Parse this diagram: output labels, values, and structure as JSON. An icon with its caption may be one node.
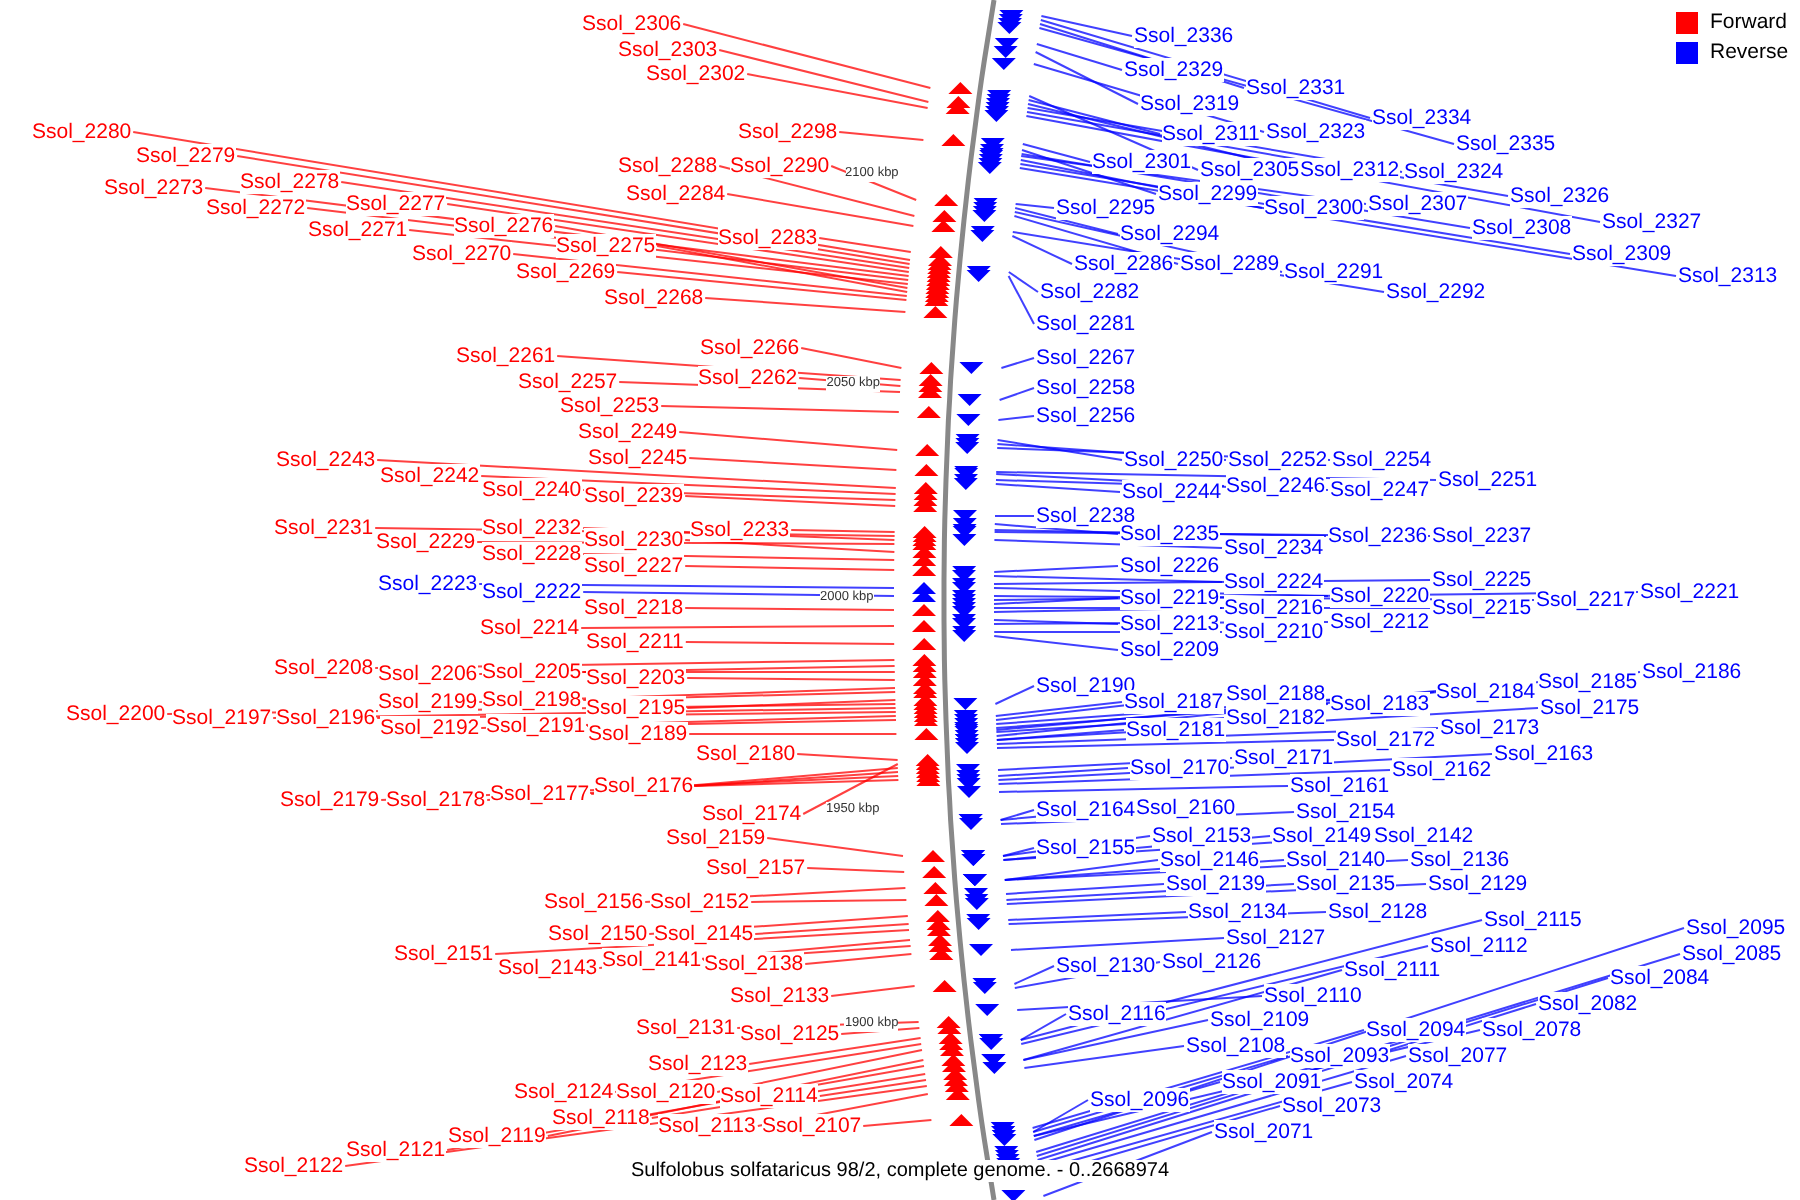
{
  "diagram": {
    "caption": "Sulfolobus solfataricus 98/2, complete genome. - 0..2668974",
    "nodes": [
      {
        "text": [
          "Ssol_2306"
        ]
      },
      {
        "text": [
          "Ssol_2303"
        ]
      },
      {
        "text": [
          "Ssol_2302"
        ]
      },
      {
        "text": [
          "Ssol_2298"
        ]
      },
      {
        "text": [
          "Ssol_2280"
        ]
      },
      {
        "text": [
          "Ssol_2279"
        ]
      },
      {
        "text": [
          "Ssol_2288"
        ]
      },
      {
        "text": [
          "Ssol_2290"
        ]
      },
      {
        "text": [
          "Ssol_2278"
        ]
      },
      {
        "text": [
          "Ssol_2273"
        ]
      },
      {
        "text": [
          "Ssol_2284"
        ]
      },
      {
        "text": [
          "Ssol_2272"
        ]
      },
      {
        "text": [
          "Ssol_2277"
        ]
      },
      {
        "text": [
          "Ssol_2271"
        ]
      },
      {
        "text": [
          "Ssol_2276"
        ]
      },
      {
        "text": [
          "Ssol_2283"
        ]
      },
      {
        "text": [
          "Ssol_2275"
        ]
      },
      {
        "text": [
          "Ssol_2270"
        ]
      },
      {
        "text": [
          "Ssol_2269"
        ]
      },
      {
        "text": [
          "Ssol_2268"
        ]
      },
      {
        "text": [
          "Ssol_2266"
        ]
      },
      {
        "text": [
          "Ssol_2261"
        ]
      },
      {
        "text": [
          "Ssol_2262"
        ]
      },
      {
        "text": [
          "Ssol_2257"
        ]
      },
      {
        "text": [
          "Ssol_2253"
        ]
      },
      {
        "text": [
          "Ssol_2249"
        ]
      },
      {
        "text": [
          "Ssol_2245"
        ]
      },
      {
        "text": [
          "Ssol_2243"
        ]
      },
      {
        "text": [
          "Ssol_2242"
        ]
      },
      {
        "text": [
          "Ssol_2240"
        ]
      },
      {
        "text": [
          "Ssol_2239"
        ]
      },
      {
        "text": [
          "Ssol_2231"
        ]
      },
      {
        "text": [
          "Ssol_2232"
        ]
      },
      {
        "text": [
          "Ssol_2233"
        ]
      },
      {
        "text": [
          "Ssol_2229"
        ]
      },
      {
        "text": [
          "Ssol_2230"
        ]
      },
      {
        "text": [
          "Ssol_2228"
        ]
      },
      {
        "text": [
          "Ssol_2227"
        ]
      },
      {
        "text": [
          "Ssol_2223"
        ]
      },
      {
        "text": [
          "Ssol_2222"
        ]
      },
      {
        "text": [
          "Ssol_2218"
        ]
      },
      {
        "text": [
          "Ssol_2214"
        ]
      },
      {
        "text": [
          "Ssol_2211"
        ]
      },
      {
        "text": [
          "Ssol_2208"
        ]
      },
      {
        "text": [
          "Ssol_2206"
        ]
      },
      {
        "text": [
          "Ssol_2205"
        ]
      },
      {
        "text": [
          "Ssol_2203"
        ]
      },
      {
        "text": [
          "Ssol_2199"
        ]
      },
      {
        "text": [
          "Ssol_2198"
        ]
      },
      {
        "text": [
          "Ssol_2195"
        ]
      },
      {
        "text": [
          "Ssol_2200"
        ]
      },
      {
        "text": [
          "Ssol_2197"
        ]
      },
      {
        "text": [
          "Ssol_2196"
        ]
      },
      {
        "text": [
          "Ssol_2192"
        ]
      },
      {
        "text": [
          "Ssol_2191"
        ]
      },
      {
        "text": [
          "Ssol_2189"
        ]
      },
      {
        "text": [
          "Ssol_2180"
        ]
      },
      {
        "text": [
          "Ssol_2179"
        ]
      },
      {
        "text": [
          "Ssol_2178"
        ]
      },
      {
        "text": [
          "Ssol_2177"
        ]
      },
      {
        "text": [
          "Ssol_2176"
        ]
      },
      {
        "text": [
          "Ssol_2174"
        ]
      },
      {
        "text": [
          "Ssol_2159"
        ]
      },
      {
        "text": [
          "Ssol_2157"
        ]
      },
      {
        "text": [
          "Ssol_2156"
        ]
      },
      {
        "text": [
          "Ssol_2152"
        ]
      },
      {
        "text": [
          "Ssol_2150"
        ]
      },
      {
        "text": [
          "Ssol_2145"
        ]
      },
      {
        "text": [
          "Ssol_2151"
        ]
      },
      {
        "text": [
          "Ssol_2143"
        ]
      },
      {
        "text": [
          "Ssol_2141"
        ]
      },
      {
        "text": [
          "Ssol_2138"
        ]
      },
      {
        "text": [
          "Ssol_2133"
        ]
      },
      {
        "text": [
          "Ssol_2131"
        ]
      },
      {
        "text": [
          "Ssol_2125"
        ]
      },
      {
        "text": [
          "Ssol_2123"
        ]
      },
      {
        "text": [
          "Ssol_2124"
        ]
      },
      {
        "text": [
          "Ssol_2120"
        ]
      },
      {
        "text": [
          "Ssol_2114"
        ]
      },
      {
        "text": [
          "Ssol_2118"
        ]
      },
      {
        "text": [
          "Ssol_2113"
        ]
      },
      {
        "text": [
          "Ssol_2107"
        ]
      },
      {
        "text": [
          "Ssol_2119"
        ]
      },
      {
        "text": [
          "Ssol_2121"
        ]
      },
      {
        "text": [
          "Ssol_2122"
        ]
      },
      {
        "text": [
          "Ssol_2336"
        ]
      },
      {
        "text": [
          "Ssol_2329"
        ]
      },
      {
        "text": [
          "Ssol_2331"
        ]
      },
      {
        "text": [
          "Ssol_2319"
        ]
      },
      {
        "text": [
          "Ssol_2334"
        ]
      },
      {
        "text": [
          "Ssol_2311"
        ]
      },
      {
        "text": [
          "Ssol_2323"
        ]
      },
      {
        "text": [
          "Ssol_2335"
        ]
      },
      {
        "text": [
          "Ssol_2301"
        ]
      },
      {
        "text": [
          "Ssol_2305"
        ]
      },
      {
        "text": [
          "Ssol_2312"
        ]
      },
      {
        "text": [
          "Ssol_2324"
        ]
      },
      {
        "text": [
          "Ssol_2326"
        ]
      },
      {
        "text": [
          "Ssol_2299"
        ]
      },
      {
        "text": [
          "Ssol_2300"
        ]
      },
      {
        "text": [
          "Ssol_2307"
        ]
      },
      {
        "text": [
          "Ssol_2295"
        ]
      },
      {
        "text": [
          "Ssol_2327"
        ]
      },
      {
        "text": [
          "Ssol_2308"
        ]
      },
      {
        "text": [
          "Ssol_2294"
        ]
      },
      {
        "text": [
          "Ssol_2309"
        ]
      },
      {
        "text": [
          "Ssol_2286"
        ]
      },
      {
        "text": [
          "Ssol_2289"
        ]
      },
      {
        "text": [
          "Ssol_2291"
        ]
      },
      {
        "text": [
          "Ssol_2313"
        ]
      },
      {
        "text": [
          "Ssol_2292"
        ]
      },
      {
        "text": [
          "Ssol_2282"
        ]
      },
      {
        "text": [
          "Ssol_2281"
        ]
      },
      {
        "text": [
          "Ssol_2267"
        ]
      },
      {
        "text": [
          "Ssol_2258"
        ]
      },
      {
        "text": [
          "Ssol_2256"
        ]
      },
      {
        "text": [
          "Ssol_2250"
        ]
      },
      {
        "text": [
          "Ssol_2252"
        ]
      },
      {
        "text": [
          "Ssol_2254"
        ]
      },
      {
        "text": [
          "Ssol_2244"
        ]
      },
      {
        "text": [
          "Ssol_2246"
        ]
      },
      {
        "text": [
          "Ssol_2247"
        ]
      },
      {
        "text": [
          "Ssol_2251"
        ]
      },
      {
        "text": [
          "Ssol_2238"
        ]
      },
      {
        "text": [
          "Ssol_2235"
        ]
      },
      {
        "text": [
          "Ssol_2236"
        ]
      },
      {
        "text": [
          "Ssol_2237"
        ]
      },
      {
        "text": [
          "Ssol_2234"
        ]
      },
      {
        "text": [
          "Ssol_2226"
        ]
      },
      {
        "text": [
          "Ssol_2224"
        ]
      },
      {
        "text": [
          "Ssol_2225"
        ]
      },
      {
        "text": [
          "Ssol_2220"
        ]
      },
      {
        "text": [
          "Ssol_2217"
        ]
      },
      {
        "text": [
          "Ssol_2221"
        ]
      },
      {
        "text": [
          "Ssol_2219"
        ]
      },
      {
        "text": [
          "Ssol_2216"
        ]
      },
      {
        "text": [
          "Ssol_2215"
        ]
      },
      {
        "text": [
          "Ssol_2213"
        ]
      },
      {
        "text": [
          "Ssol_2212"
        ]
      },
      {
        "text": [
          "Ssol_2210"
        ]
      },
      {
        "text": [
          "Ssol_2209"
        ]
      },
      {
        "text": [
          "Ssol_2190"
        ]
      },
      {
        "text": [
          "Ssol_2186"
        ]
      },
      {
        "text": [
          "Ssol_2188"
        ]
      },
      {
        "text": [
          "Ssol_2185"
        ]
      },
      {
        "text": [
          "Ssol_2184"
        ]
      },
      {
        "text": [
          "Ssol_2187"
        ]
      },
      {
        "text": [
          "Ssol_2183"
        ]
      },
      {
        "text": [
          "Ssol_2175"
        ]
      },
      {
        "text": [
          "Ssol_2182"
        ]
      },
      {
        "text": [
          "Ssol_2181"
        ]
      },
      {
        "text": [
          "Ssol_2173"
        ]
      },
      {
        "text": [
          "Ssol_2172"
        ]
      },
      {
        "text": [
          "Ssol_2163"
        ]
      },
      {
        "text": [
          "Ssol_2171"
        ]
      },
      {
        "text": [
          "Ssol_2170"
        ]
      },
      {
        "text": [
          "Ssol_2162"
        ]
      },
      {
        "text": [
          "Ssol_2161"
        ]
      },
      {
        "text": [
          "Ssol_2164"
        ]
      },
      {
        "text": [
          "Ssol_2160"
        ]
      },
      {
        "text": [
          "Ssol_2154"
        ]
      },
      {
        "text": [
          "Ssol_2155"
        ]
      },
      {
        "text": [
          "Ssol_2153"
        ]
      },
      {
        "text": [
          "Ssol_2149"
        ]
      },
      {
        "text": [
          "Ssol_2142"
        ]
      },
      {
        "text": [
          "Ssol_2146"
        ]
      },
      {
        "text": [
          "Ssol_2140"
        ]
      },
      {
        "text": [
          "Ssol_2136"
        ]
      },
      {
        "text": [
          "Ssol_2139"
        ]
      },
      {
        "text": [
          "Ssol_2135"
        ]
      },
      {
        "text": [
          "Ssol_2129"
        ]
      },
      {
        "text": [
          "Ssol_2134"
        ]
      },
      {
        "text": [
          "Ssol_2128"
        ]
      },
      {
        "text": [
          "Ssol_2115"
        ]
      },
      {
        "text": [
          "Ssol_2127"
        ]
      },
      {
        "text": [
          "Ssol_2112"
        ]
      },
      {
        "text": [
          "Ssol_2130"
        ]
      },
      {
        "text": [
          "Ssol_2126"
        ]
      },
      {
        "text": [
          "Ssol_2111"
        ]
      },
      {
        "text": [
          "Ssol_2095"
        ]
      },
      {
        "text": [
          "Ssol_2085"
        ]
      },
      {
        "text": [
          "Ssol_2084"
        ]
      },
      {
        "text": [
          "Ssol_2110"
        ]
      },
      {
        "text": [
          "Ssol_2082"
        ]
      },
      {
        "text": [
          "Ssol_2116"
        ]
      },
      {
        "text": [
          "Ssol_2109"
        ]
      },
      {
        "text": [
          "Ssol_2094"
        ]
      },
      {
        "text": [
          "Ssol_2078"
        ]
      },
      {
        "text": [
          "Ssol_2108"
        ]
      },
      {
        "text": [
          "Ssol_2093"
        ]
      },
      {
        "text": [
          "Ssol_2077"
        ]
      },
      {
        "text": [
          "Ssol_2091"
        ]
      },
      {
        "text": [
          "Ssol_2074"
        ]
      },
      {
        "text": [
          "Ssol_2096"
        ]
      },
      {
        "text": [
          "Ssol_2073"
        ]
      },
      {
        "text": [
          "Ssol_2071"
        ]
      }
    ],
    "edges": [
      {
        "from": 0,
        "to": null,
        "arrow": "none",
        "color": "#ff0000"
      },
      {
        "from": 1,
        "to": null,
        "arrow": "none",
        "color": "#ff0000"
      },
      {
        "from": 2,
        "to": null,
        "arrow": "none",
        "color": "#ff0000"
      },
      {
        "from": 3,
        "to": null,
        "arrow": "none",
        "color": "#ff0000"
      },
      {
        "from": 4,
        "to": null,
        "arrow": "none",
        "color": "#ff0000"
      },
      {
        "from": 5,
        "to": null,
        "arrow": "none",
        "color": "#ff0000"
      },
      {
        "from": 6,
        "to": null,
        "arrow": "none",
        "color": "#ff0000"
      },
      {
        "from": 7,
        "to": null,
        "arrow": "none",
        "color": "#ff0000"
      },
      {
        "from": 8,
        "to": null,
        "arrow": "none",
        "color": "#ff0000"
      },
      {
        "from": 9,
        "to": null,
        "arrow": "none",
        "color": "#ff0000"
      },
      {
        "from": 10,
        "to": null,
        "arrow": "none",
        "color": "#ff0000"
      },
      {
        "from": 11,
        "to": null,
        "arrow": "none",
        "color": "#ff0000"
      },
      {
        "from": 12,
        "to": null,
        "arrow": "none",
        "color": "#ff0000"
      },
      {
        "from": 13,
        "to": null,
        "arrow": "none",
        "color": "#ff0000"
      },
      {
        "from": 14,
        "to": null,
        "arrow": "none",
        "color": "#ff0000"
      },
      {
        "from": 15,
        "to": null,
        "arrow": "none",
        "color": "#ff0000"
      },
      {
        "from": 16,
        "to": null,
        "arrow": "none",
        "color": "#ff0000"
      },
      {
        "from": 17,
        "to": null,
        "arrow": "none",
        "color": "#ff0000"
      },
      {
        "from": 18,
        "to": null,
        "arrow": "none",
        "color": "#ff0000"
      },
      {
        "from": 19,
        "to": null,
        "arrow": "none",
        "color": "#ff0000"
      },
      {
        "from": 20,
        "to": null,
        "arrow": "none",
        "color": "#ff0000"
      },
      {
        "from": 21,
        "to": null,
        "arrow": "none",
        "color": "#ff0000"
      },
      {
        "from": 22,
        "to": null,
        "arrow": "none",
        "color": "#ff0000"
      },
      {
        "from": 23,
        "to": null,
        "arrow": "none",
        "color": "#ff0000"
      },
      {
        "from": 24,
        "to": null,
        "arrow": "none",
        "color": "#ff0000"
      },
      {
        "from": 25,
        "to": null,
        "arrow": "none",
        "color": "#ff0000"
      },
      {
        "from": 26,
        "to": null,
        "arrow": "none",
        "color": "#ff0000"
      },
      {
        "from": 27,
        "to": null,
        "arrow": "none",
        "color": "#ff0000"
      },
      {
        "from": 28,
        "to": null,
        "arrow": "none",
        "color": "#ff0000"
      },
      {
        "from": 29,
        "to": null,
        "arrow": "none",
        "color": "#ff0000"
      },
      {
        "from": 30,
        "to": null,
        "arrow": "none",
        "color": "#ff0000"
      },
      {
        "from": 31,
        "to": null,
        "arrow": "none",
        "color": "#ff0000"
      },
      {
        "from": 32,
        "to": null,
        "arrow": "none",
        "color": "#ff0000"
      },
      {
        "from": 33,
        "to": null,
        "arrow": "none",
        "color": "#ff0000"
      },
      {
        "from": 34,
        "to": null,
        "arrow": "none",
        "color": "#ff0000"
      },
      {
        "from": 35,
        "to": null,
        "arrow": "none",
        "color": "#ff0000"
      },
      {
        "from": 36,
        "to": null,
        "arrow": "none",
        "color": "#ff0000"
      },
      {
        "from": 37,
        "to": null,
        "arrow": "none",
        "color": "#ff0000"
      },
      {
        "from": 38,
        "to": null,
        "arrow": "none"
      },
      {
        "from": 39,
        "to": null,
        "arrow": "none"
      },
      {
        "from": 40,
        "to": null,
        "arrow": "none",
        "color": "#ff0000"
      },
      {
        "from": 41,
        "to": null,
        "arrow": "none",
        "color": "#ff0000"
      },
      {
        "from": 42,
        "to": null,
        "arrow": "none",
        "color": "#ff0000"
      },
      {
        "from": 43,
        "to": null,
        "arrow": "none",
        "color": "#ff0000"
      },
      {
        "from": 44,
        "to": null,
        "arrow": "none",
        "color": "#ff0000"
      },
      {
        "from": 45,
        "to": null,
        "arrow": "none",
        "color": "#ff0000"
      },
      {
        "from": 46,
        "to": null,
        "arrow": "none",
        "color": "#ff0000"
      },
      {
        "from": 47,
        "to": null,
        "arrow": "none",
        "color": "#ff0000"
      },
      {
        "from": 48,
        "to": null,
        "arrow": "none",
        "color": "#ff0000"
      },
      {
        "from": 49,
        "to": null,
        "arrow": "none",
        "color": "#ff0000"
      },
      {
        "from": 50,
        "to": null,
        "arrow": "none",
        "color": "#ff0000"
      },
      {
        "from": 51,
        "to": null,
        "arrow": "none",
        "color": "#ff0000"
      },
      {
        "from": 52,
        "to": null,
        "arrow": "none",
        "color": "#ff0000"
      },
      {
        "from": 53,
        "to": null,
        "arrow": "none",
        "color": "#ff0000"
      },
      {
        "from": 54,
        "to": null,
        "arrow": "none",
        "color": "#ff0000"
      },
      {
        "from": 55,
        "to": null,
        "arrow": "none",
        "color": "#ff0000"
      },
      {
        "from": 56,
        "to": null,
        "arrow": "none",
        "color": "#ff0000"
      },
      {
        "from": 57,
        "to": null,
        "arrow": "none",
        "color": "#ff0000"
      },
      {
        "from": 58,
        "to": null,
        "arrow": "none",
        "color": "#ff0000"
      },
      {
        "from": 59,
        "to": null,
        "arrow": "none",
        "color": "#ff0000"
      },
      {
        "from": 60,
        "to": null,
        "arrow": "none",
        "color": "#ff0000"
      },
      {
        "from": 61,
        "to": null,
        "arrow": "none",
        "color": "#ff0000"
      },
      {
        "from": 62,
        "to": null,
        "arrow": "none",
        "color": "#ff0000"
      },
      {
        "from": 63,
        "to": null,
        "arrow": "none",
        "color": "#ff0000"
      },
      {
        "from": 64,
        "to": null,
        "arrow": "none",
        "color": "#ff0000"
      },
      {
        "from": 65,
        "to": null,
        "arrow": "none",
        "color": "#ff0000"
      },
      {
        "from": 66,
        "to": null,
        "arrow": "none",
        "color": "#ff0000"
      },
      {
        "from": 67,
        "to": null,
        "arrow": "none",
        "color": "#ff0000"
      },
      {
        "from": 68,
        "to": null,
        "arrow": "none",
        "color": "#ff0000"
      },
      {
        "from": 69,
        "to": null,
        "arrow": "none",
        "color": "#ff0000"
      },
      {
        "from": 70,
        "to": null,
        "arrow": "none",
        "color": "#ff0000"
      },
      {
        "from": 71,
        "to": null,
        "arrow": "none",
        "color": "#ff0000"
      },
      {
        "from": 72,
        "to": null,
        "arrow": "none",
        "color": "#ff0000"
      },
      {
        "from": 73,
        "to": null,
        "arrow": "none",
        "color": "#ff0000"
      },
      {
        "from": 74,
        "to": null,
        "arrow": "none",
        "color": "#ff0000"
      },
      {
        "from": 75,
        "to": null,
        "arrow": "none",
        "color": "#ff0000"
      },
      {
        "from": 76,
        "to": null,
        "arrow": "none",
        "color": "#ff0000"
      },
      {
        "from": 77,
        "to": null,
        "arrow": "none",
        "color": "#ff0000"
      },
      {
        "from": 78,
        "to": null,
        "arrow": "none",
        "color": "#ff0000"
      },
      {
        "from": 79,
        "to": null,
        "arrow": "none",
        "color": "#ff0000"
      },
      {
        "from": 80,
        "to": null,
        "arrow": "none",
        "color": "#ff0000"
      },
      {
        "from": 81,
        "to": null,
        "arrow": "none",
        "color": "#ff0000"
      },
      {
        "from": 82,
        "to": null,
        "arrow": "none",
        "color": "#ff0000"
      },
      {
        "from": 83,
        "to": null,
        "arrow": "none",
        "color": "#ff0000"
      },
      {
        "from": 84,
        "to": null,
        "arrow": "none",
        "color": "#ff0000"
      },
      {
        "from": 85,
        "to": null,
        "arrow": "none"
      },
      {
        "from": 86,
        "to": null,
        "arrow": "none"
      },
      {
        "from": 87,
        "to": null,
        "arrow": "none"
      },
      {
        "from": 88,
        "to": null,
        "arrow": "none"
      },
      {
        "from": 89,
        "to": null,
        "arrow": "none"
      },
      {
        "from": 90,
        "to": null,
        "arrow": "none"
      },
      {
        "from": 91,
        "to": null,
        "arrow": "none"
      },
      {
        "from": 92,
        "to": null,
        "arrow": "none"
      },
      {
        "from": 93,
        "to": null,
        "arrow": "none"
      },
      {
        "from": 94,
        "to": null,
        "arrow": "none"
      },
      {
        "from": 95,
        "to": null,
        "arrow": "none"
      },
      {
        "from": 96,
        "to": null,
        "arrow": "none"
      },
      {
        "from": 97,
        "to": null,
        "arrow": "none"
      },
      {
        "from": 98,
        "to": null,
        "arrow": "none"
      },
      {
        "from": 99,
        "to": null,
        "arrow": "none"
      },
      {
        "from": 100,
        "to": null,
        "arrow": "none"
      },
      {
        "from": 101,
        "to": null,
        "arrow": "none"
      },
      {
        "from": 102,
        "to": null,
        "arrow": "none"
      },
      {
        "from": 103,
        "to": null,
        "arrow": "none"
      },
      {
        "from": 104,
        "to": null,
        "arrow": "none"
      },
      {
        "from": 105,
        "to": null,
        "arrow": "none"
      },
      {
        "from": 106,
        "to": null,
        "arrow": "none"
      },
      {
        "from": 107,
        "to": null,
        "arrow": "none"
      },
      {
        "from": 108,
        "to": null,
        "arrow": "none"
      },
      {
        "from": 109,
        "to": null,
        "arrow": "none"
      },
      {
        "from": 110,
        "to": null,
        "arrow": "none"
      },
      {
        "from": 111,
        "to": null,
        "arrow": "none"
      },
      {
        "from": 112,
        "to": null,
        "arrow": "none"
      },
      {
        "from": 113,
        "to": null,
        "arrow": "none"
      },
      {
        "from": 114,
        "to": null,
        "arrow": "none"
      },
      {
        "from": 115,
        "to": null,
        "arrow": "none"
      },
      {
        "from": 116,
        "to": null,
        "arrow": "none"
      },
      {
        "from": 117,
        "to": null,
        "arrow": "none"
      },
      {
        "from": 118,
        "to": null,
        "arrow": "none"
      },
      {
        "from": 119,
        "to": null,
        "arrow": "none"
      },
      {
        "from": 120,
        "to": null,
        "arrow": "none"
      },
      {
        "from": 121,
        "to": null,
        "arrow": "none"
      },
      {
        "from": 122,
        "to": null,
        "arrow": "none"
      },
      {
        "from": 123,
        "to": null,
        "arrow": "none"
      },
      {
        "from": 124,
        "to": null,
        "arrow": "none"
      },
      {
        "from": 125,
        "to": null,
        "arrow": "none"
      },
      {
        "from": 126,
        "to": null,
        "arrow": "none"
      },
      {
        "from": 127,
        "to": null,
        "arrow": "none"
      },
      {
        "from": 128,
        "to": null,
        "arrow": "none"
      },
      {
        "from": 129,
        "to": null,
        "arrow": "none"
      },
      {
        "from": 130,
        "to": null,
        "arrow": "none"
      },
      {
        "from": 131,
        "to": null,
        "arrow": "none"
      },
      {
        "from": 132,
        "to": null,
        "arrow": "none"
      },
      {
        "from": 133,
        "to": null,
        "arrow": "none"
      },
      {
        "from": 134,
        "to": null,
        "arrow": "none"
      },
      {
        "from": 135,
        "to": null,
        "arrow": "none"
      },
      {
        "from": 136,
        "to": null,
        "arrow": "none"
      },
      {
        "from": 137,
        "to": null,
        "arrow": "none"
      },
      {
        "from": 138,
        "to": null,
        "arrow": "none"
      },
      {
        "from": 139,
        "to": null,
        "arrow": "none"
      },
      {
        "from": 140,
        "to": null,
        "arrow": "none"
      },
      {
        "from": 141,
        "to": null,
        "arrow": "none"
      },
      {
        "from": 142,
        "to": null,
        "arrow": "none"
      },
      {
        "from": 143,
        "to": null,
        "arrow": "none"
      },
      {
        "from": 144,
        "to": null,
        "arrow": "none"
      },
      {
        "from": 145,
        "to": null,
        "arrow": "none"
      },
      {
        "from": 146,
        "to": null,
        "arrow": "none"
      },
      {
        "from": 147,
        "to": null,
        "arrow": "none"
      },
      {
        "from": 148,
        "to": null,
        "arrow": "none"
      },
      {
        "from": 149,
        "to": null,
        "arrow": "none"
      },
      {
        "from": 150,
        "to": null,
        "arrow": "none"
      },
      {
        "from": 151,
        "to": null,
        "arrow": "none"
      },
      {
        "from": 152,
        "to": null,
        "arrow": "none"
      },
      {
        "from": 153,
        "to": null,
        "arrow": "none"
      },
      {
        "from": 154,
        "to": null,
        "arrow": "none"
      },
      {
        "from": 155,
        "to": null,
        "arrow": "none"
      },
      {
        "from": 156,
        "to": null,
        "arrow": "none"
      },
      {
        "from": 157,
        "to": null,
        "arrow": "none"
      },
      {
        "from": 158,
        "to": null,
        "arrow": "none"
      },
      {
        "from": 159,
        "to": null,
        "arrow": "none"
      },
      {
        "from": 160,
        "to": null,
        "arrow": "none"
      },
      {
        "from": 161,
        "to": null,
        "arrow": "none"
      },
      {
        "from": 162,
        "to": null,
        "arrow": "none"
      },
      {
        "from": 163,
        "to": null,
        "arrow": "none"
      },
      {
        "from": 164,
        "to": null,
        "arrow": "none"
      },
      {
        "from": 165,
        "to": null,
        "arrow": "none"
      },
      {
        "from": 166,
        "to": null,
        "arrow": "none"
      },
      {
        "from": 167,
        "to": null,
        "arrow": "none"
      },
      {
        "from": 168,
        "to": null,
        "arrow": "none"
      },
      {
        "from": 169,
        "to": null,
        "arrow": "none"
      },
      {
        "from": 170,
        "to": null,
        "arrow": "none"
      },
      {
        "from": 171,
        "to": null,
        "arrow": "none"
      },
      {
        "from": 172,
        "to": null,
        "arrow": "none"
      },
      {
        "from": 173,
        "to": null,
        "arrow": "none"
      },
      {
        "from": 174,
        "to": null,
        "arrow": "none"
      },
      {
        "from": 175,
        "to": null,
        "arrow": "none"
      },
      {
        "from": 176,
        "to": null,
        "arrow": "none"
      },
      {
        "from": 177,
        "to": null,
        "arrow": "none"
      },
      {
        "from": 178,
        "to": null,
        "arrow": "none"
      },
      {
        "from": 179,
        "to": null,
        "arrow": "none"
      },
      {
        "from": 180,
        "to": null,
        "arrow": "none"
      },
      {
        "from": 181,
        "to": null,
        "arrow": "none"
      },
      {
        "from": 182,
        "to": null,
        "arrow": "none"
      },
      {
        "from": 183,
        "to": null,
        "arrow": "none"
      },
      {
        "from": 184,
        "to": null,
        "arrow": "none"
      },
      {
        "from": 185,
        "to": null,
        "arrow": "none"
      },
      {
        "from": 186,
        "to": null,
        "arrow": "none"
      },
      {
        "from": 187,
        "to": null,
        "arrow": "none"
      },
      {
        "from": 188,
        "to": null,
        "arrow": "none"
      },
      {
        "from": 189,
        "to": null,
        "arrow": "none"
      },
      {
        "from": 190,
        "to": null,
        "arrow": "none"
      },
      {
        "from": 191,
        "to": null,
        "arrow": "none"
      },
      {
        "from": 192,
        "to": null,
        "arrow": "none"
      },
      {
        "from": 193,
        "to": null,
        "arrow": "none"
      },
      {
        "from": 194,
        "to": null,
        "arrow": "none"
      },
      {
        "from": 195,
        "to": null,
        "arrow": "none"
      }
    ],
    "labels": [
      "2100 kbp",
      "2050 kbp",
      "2000 kbp",
      "1950 kbp",
      "1900 kbp"
    ],
    "legend": [
      {
        "text": "Forward",
        "color": "#ff0000"
      },
      {
        "text": "Reverse",
        "color": "#0000ff"
      }
    ]
  }
}
